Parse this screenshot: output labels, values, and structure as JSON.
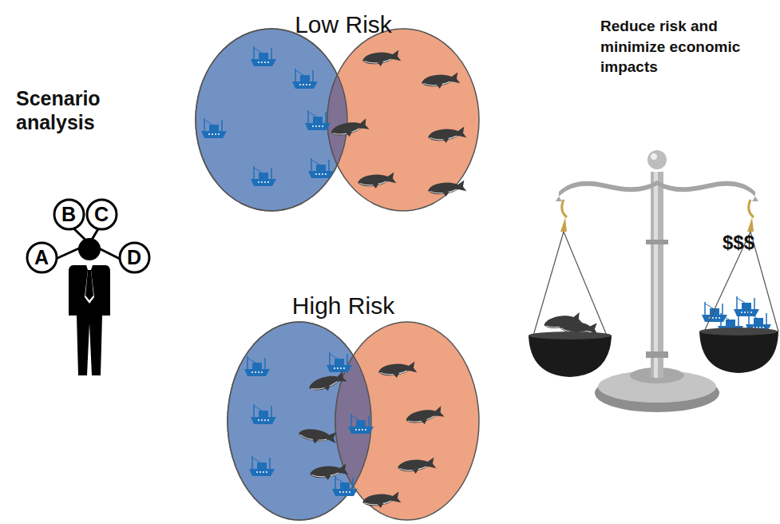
{
  "diagram": {
    "nodes": [
      {
        "text": [
          "A"
        ]
      },
      {
        "text": [
          "B"
        ]
      },
      {
        "text": [
          "C"
        ]
      },
      {
        "text": [
          "D"
        ]
      }
    ],
    "labels": [
      "Scenario analysis",
      "Low Risk",
      "High Risk",
      "Reduce risk and minimize economic impacts",
      "$$$"
    ]
  }
}
